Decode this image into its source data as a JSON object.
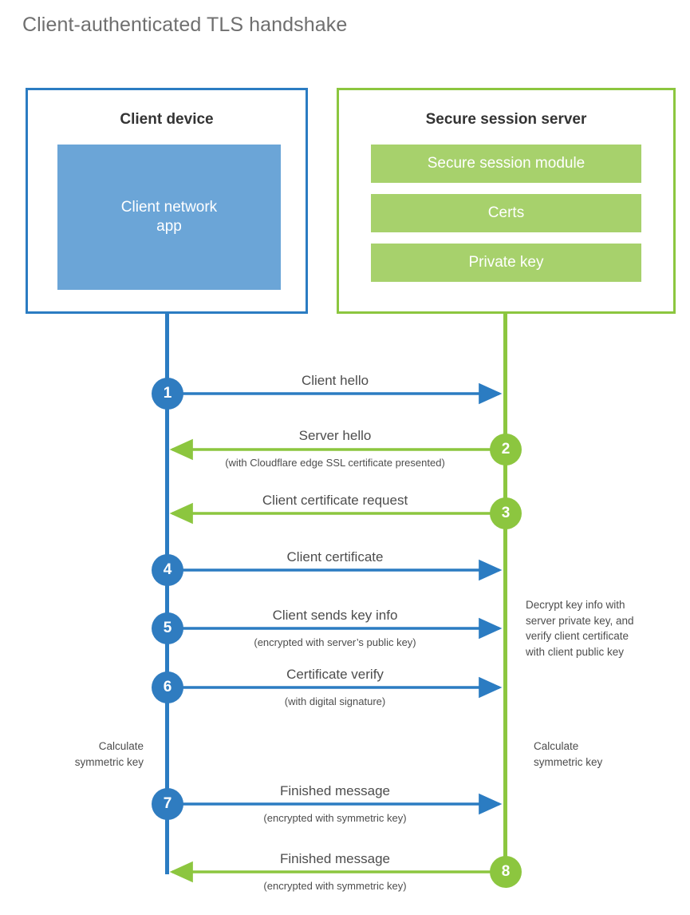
{
  "title": "Client-authenticated TLS handshake",
  "colors": {
    "client_blue": "#2b7cc2",
    "client_app_fill": "#6ba5d7",
    "server_green": "#8cc63f",
    "server_item_fill": "#a7d16c",
    "circle_blue": "#2f7cc0",
    "circle_green": "#8cc63f",
    "text_gray": "#4d4d4d",
    "title_gray": "#6f6f6f"
  },
  "client_panel": {
    "title": "Client device",
    "app_label": "Client network\napp",
    "app_label_line1": "Client network",
    "app_label_line2": "app"
  },
  "server_panel": {
    "title": "Secure session server",
    "items": [
      {
        "label": "Secure session module"
      },
      {
        "label": "Certs"
      },
      {
        "label": "Private key"
      }
    ]
  },
  "steps": [
    {
      "number": "1",
      "main": "Client hello",
      "sub": "",
      "direction": "client-to-server",
      "color": "blue"
    },
    {
      "number": "2",
      "main": "Server hello",
      "sub": "(with Cloudflare edge SSL certificate presented)",
      "direction": "server-to-client",
      "color": "green"
    },
    {
      "number": "3",
      "main": "Client certificate request",
      "sub": "",
      "direction": "server-to-client",
      "color": "green"
    },
    {
      "number": "4",
      "main": "Client certificate",
      "sub": "",
      "direction": "client-to-server",
      "color": "blue"
    },
    {
      "number": "5",
      "main": "Client sends key info",
      "sub": "(encrypted with server’s public key)",
      "direction": "client-to-server",
      "color": "blue"
    },
    {
      "number": "6",
      "main": "Certificate verify",
      "sub": "(with digital signature)",
      "direction": "client-to-server",
      "color": "blue"
    },
    {
      "number": "7",
      "main": "Finished message",
      "sub": "(encrypted with symmetric key)",
      "direction": "client-to-server",
      "color": "blue"
    },
    {
      "number": "8",
      "main": "Finished message",
      "sub": "(encrypted with symmetric key)",
      "direction": "server-to-client",
      "color": "green"
    }
  ],
  "notes": {
    "server_decrypt_line1": "Decrypt key info with",
    "server_decrypt_line2": "server private key, and",
    "server_decrypt_line3": "verify client certificate",
    "server_decrypt_line4": "with client public key",
    "client_calc_line1": "Calculate",
    "client_calc_line2": "symmetric key",
    "server_calc_line1": "Calculate",
    "server_calc_line2": "symmetric key"
  }
}
